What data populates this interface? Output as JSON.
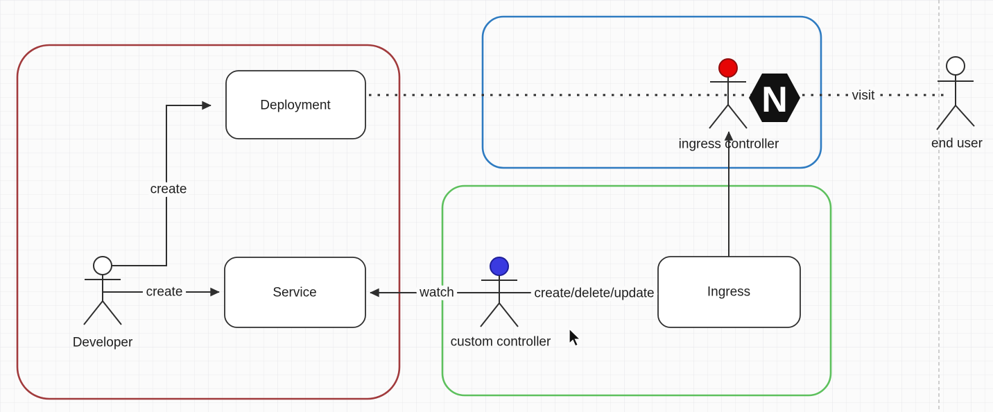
{
  "canvas": {
    "background": "#fbfbfb",
    "grid_color": "#ebebed",
    "grid_major_color": "#e4e4e8",
    "guide_line_color": "#bfbfbf",
    "stroke_color": "#2e2e2e"
  },
  "clusters": {
    "developer_scope": {
      "color": "#a13a3c"
    },
    "ingress_controller_scope": {
      "color": "#2e7bc1"
    },
    "custom_controller_scope": {
      "color": "#5dc05d"
    }
  },
  "nodes": {
    "deployment": {
      "label": "Deployment"
    },
    "service": {
      "label": "Service"
    },
    "ingress": {
      "label": "Ingress"
    }
  },
  "actors": {
    "developer": {
      "label": "Developer",
      "head_color": "#ffffff"
    },
    "custom_controller": {
      "label": "custom controller",
      "head_color": "#3a3ae0"
    },
    "ingress_controller": {
      "label": "ingress controller",
      "head_color": "#e60505"
    },
    "end_user": {
      "label": "end user",
      "head_color": "#ffffff"
    }
  },
  "edges": {
    "developer_creates_deployment": {
      "label": "create"
    },
    "developer_creates_service": {
      "label": "create"
    },
    "controller_watches_service": {
      "label": "watch"
    },
    "controller_manages_ingress": {
      "label": "create/delete/update"
    },
    "end_user_visits": {
      "label": "visit"
    }
  },
  "logo": {
    "nginx_letter": "N"
  }
}
